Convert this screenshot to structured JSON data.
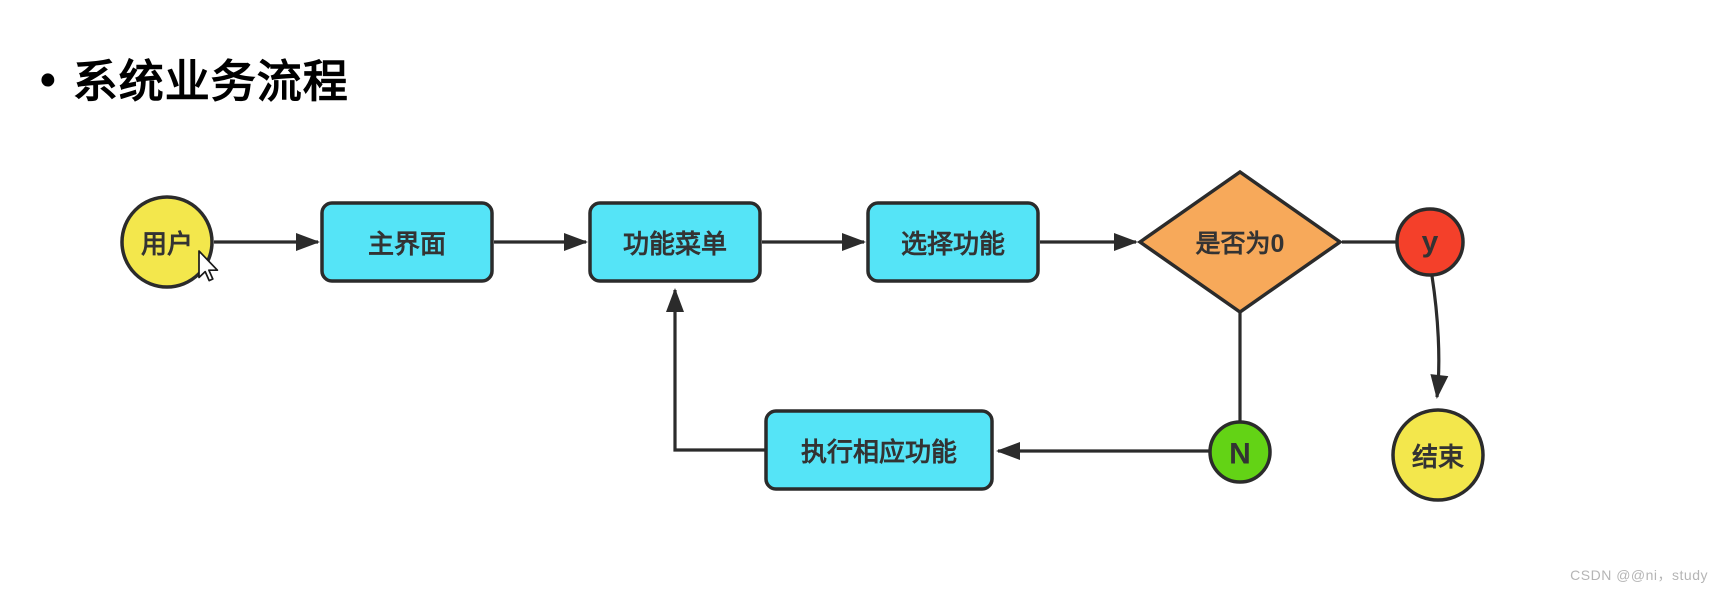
{
  "title": {
    "bullet": "•",
    "text": "系统业务流程"
  },
  "watermark": "CSDN @@ni，study",
  "flowchart": {
    "nodes": {
      "user": {
        "label": "用户",
        "shape": "circle"
      },
      "main": {
        "label": "主界面",
        "shape": "rect"
      },
      "menu": {
        "label": "功能菜单",
        "shape": "rect"
      },
      "select": {
        "label": "选择功能",
        "shape": "rect"
      },
      "decision": {
        "label": "是否为0",
        "shape": "diamond"
      },
      "yes": {
        "label": "y",
        "shape": "circle"
      },
      "no": {
        "label": "N",
        "shape": "circle"
      },
      "execute": {
        "label": "执行相应功能",
        "shape": "rect"
      },
      "end": {
        "label": "结束",
        "shape": "circle"
      }
    },
    "colors": {
      "yellow": "#f3e74c",
      "cyan": "#55e4f7",
      "orange": "#f7a95a",
      "red": "#f4402a",
      "green": "#63d315",
      "stroke": "#2b2b2b"
    }
  }
}
